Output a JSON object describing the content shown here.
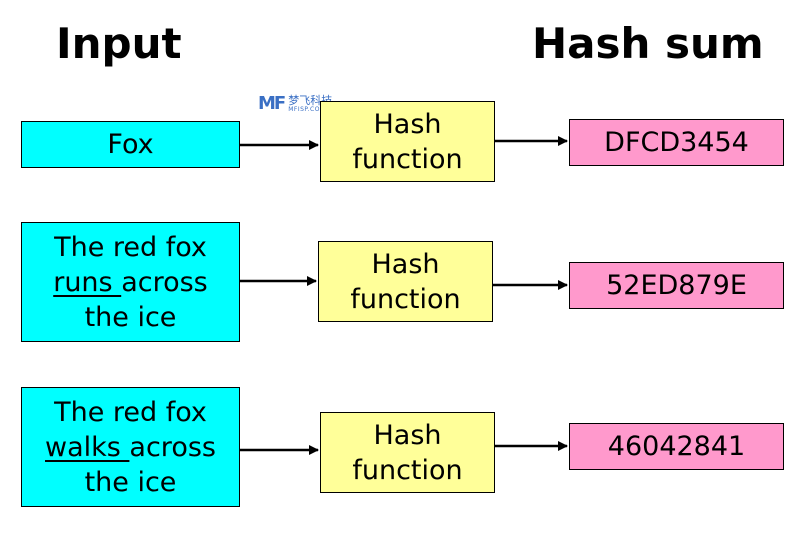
{
  "headings": {
    "input": "Input",
    "hash_sum": "Hash sum"
  },
  "colors": {
    "input_fill": "#00ffff",
    "hash_fill": "#ffff99",
    "output_fill": "#ff99cc"
  },
  "watermark": {
    "mark": "MF",
    "line1": "梦飞科技",
    "line2": "MFISP.COM"
  },
  "rows": [
    {
      "input": {
        "line1": "Fox",
        "line2_pre": "",
        "line2_u": "",
        "line2_post": "",
        "line3": ""
      },
      "hash": {
        "line1": "Hash",
        "line2": "function"
      },
      "output": "DFCD3454"
    },
    {
      "input": {
        "line1": "The red fox",
        "line2_pre": "",
        "line2_u": "runs ",
        "line2_post": "across",
        "line3": "the ice"
      },
      "hash": {
        "line1": "Hash",
        "line2": "function"
      },
      "output": "52ED879E"
    },
    {
      "input": {
        "line1": "The red fox",
        "line2_pre": "",
        "line2_u": "walks ",
        "line2_post": "across",
        "line3": "the ice"
      },
      "hash": {
        "line1": "Hash",
        "line2": "function"
      },
      "output": "46042841"
    }
  ]
}
